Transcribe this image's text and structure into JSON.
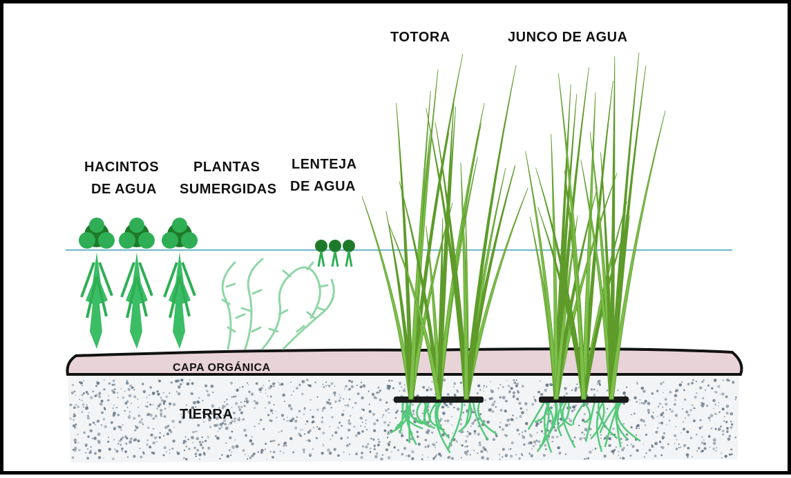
{
  "labels": {
    "totora": "TOTORA",
    "junco_de_agua": "JUNCO DE AGUA",
    "jacintos_line1": "HACINTOS",
    "jacintos_line2": "DE AGUA",
    "sumergidas_line1": "PLANTAS",
    "sumergidas_line2": "SUMERGIDAS",
    "lenteja_line1": "LENTEJA",
    "lenteja_line2": "DE AGUA",
    "capa_organica": "CAPA ORGÁNICA",
    "tierra": "TIERRA"
  },
  "colors": {
    "water_line": "#6fb7c9",
    "plant_dark": "#1e7a2a",
    "plant_mid": "#2fae55",
    "plant_light": "#54c97a",
    "reed": "#5e9b2a",
    "organic_layer": "#e8d3d8",
    "soil_dots": "#5d6f80",
    "rhizome": "#1a1a1a"
  }
}
